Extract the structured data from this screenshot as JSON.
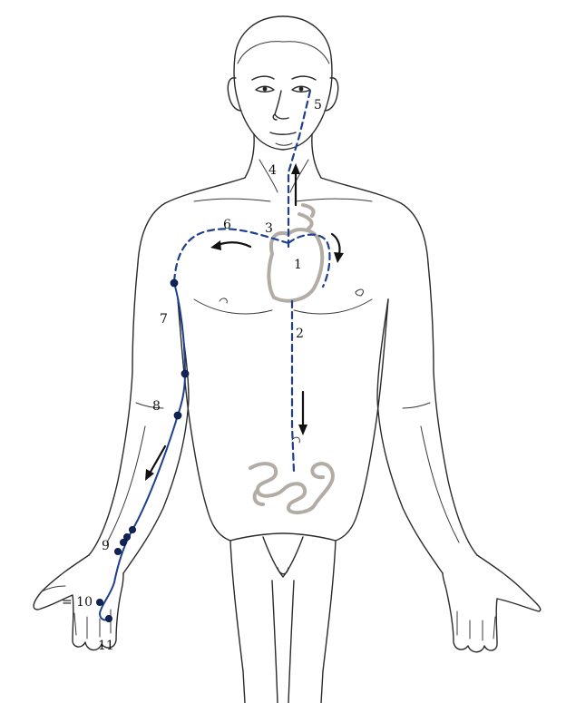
{
  "labels": {
    "n1": "1",
    "n2": "2",
    "n3": "3",
    "n4": "4",
    "n5": "5",
    "n6": "6",
    "n7": "7",
    "n8": "8",
    "n9": "9",
    "n10": "= 10",
    "n11": "11"
  },
  "colors": {
    "meridian": "#1e3f8f",
    "acupoint": "#12235a",
    "organ": "#b3aca4",
    "outline": "#2a2a2a",
    "background": "#ffffff"
  }
}
